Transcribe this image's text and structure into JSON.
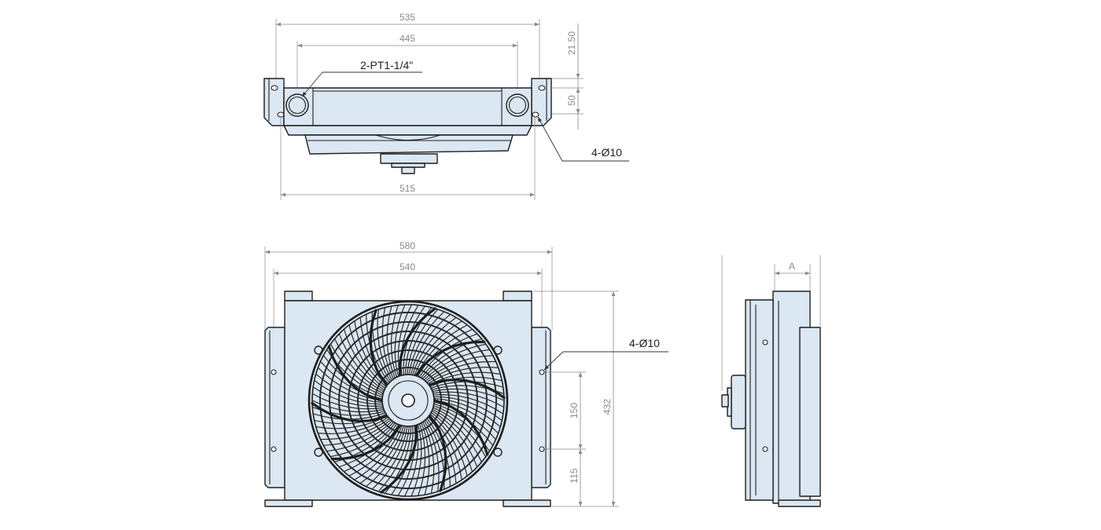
{
  "top_view": {
    "dim_overall_width": "535",
    "dim_port_spacing": "445",
    "dim_top_offset": "21.50",
    "dim_height": "50",
    "port_callout": "2-PT1-1/4\"",
    "hole_callout": "4-Ø10",
    "dim_bracket_width": "515"
  },
  "front_view": {
    "dim_overall_width": "580",
    "dim_hole_spacing_x": "540",
    "hole_callout": "4-Ø10",
    "dim_hole_spacing_y": "150",
    "dim_overall_height": "432",
    "dim_hole_to_base": "115"
  },
  "side_view": {
    "dim_depth": "A"
  },
  "colors": {
    "fill": "#dbe7f2",
    "outline": "#1e1e1e",
    "dimension": "#8a8a8a"
  }
}
